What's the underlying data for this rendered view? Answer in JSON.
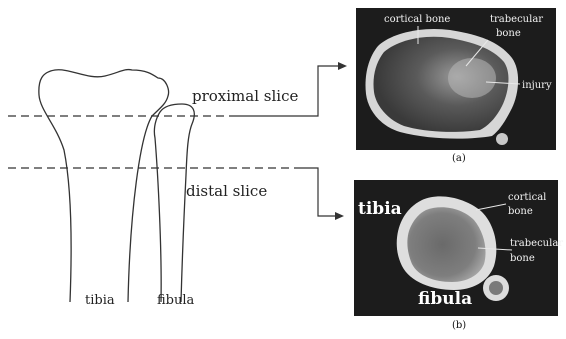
{
  "diagram": {
    "slices": {
      "proximal": "proximal slice",
      "distal": "distal slice"
    },
    "bones": {
      "tibia": "tibia",
      "fibula": "fibula"
    },
    "panel_a": {
      "caption": "(a)",
      "labels": {
        "cortical": "cortical bone",
        "trabecular_1": "trabecular",
        "trabecular_2": "bone",
        "injury": "injury"
      }
    },
    "panel_b": {
      "caption": "(b)",
      "labels": {
        "tibia": "tibia",
        "fibula": "fibula",
        "cortical_1": "cortical",
        "cortical_2": "bone",
        "trabecular_1": "trabecular",
        "trabecular_2": "bone"
      }
    }
  },
  "colors": {
    "line": "#333333",
    "panel_bg": "#1c1c1c",
    "bone": "#d8d8d8"
  }
}
